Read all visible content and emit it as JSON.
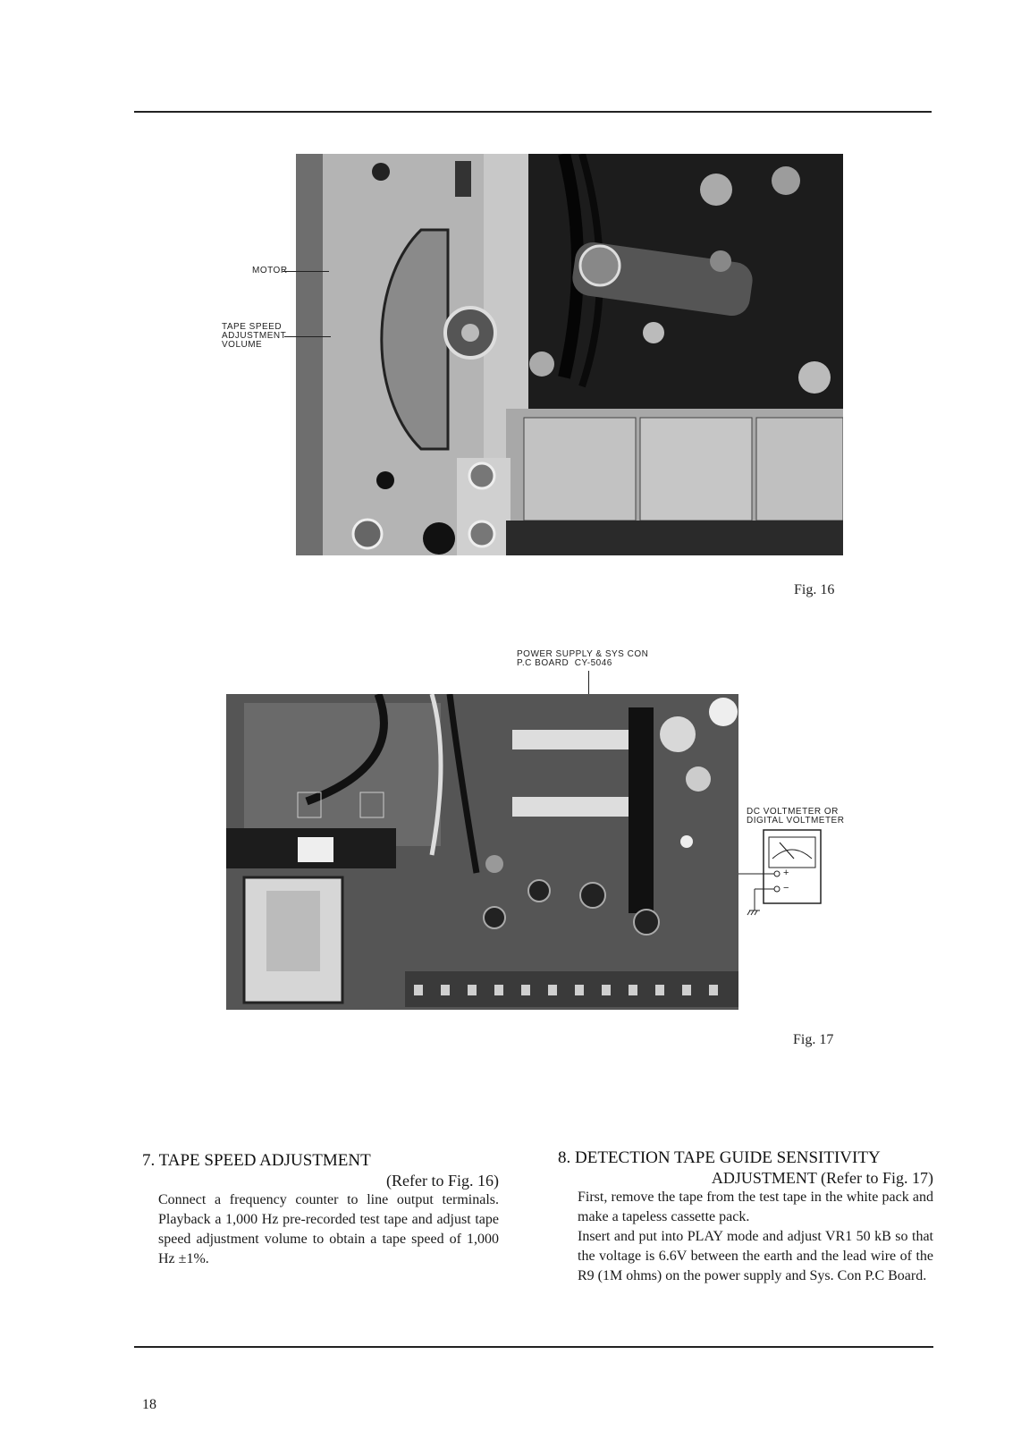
{
  "figure16": {
    "caption": "Fig. 16",
    "labels": {
      "motor": "MOTOR",
      "tape_speed_volume": "TAPE SPEED\nADJUSTMENT\nVOLUME"
    }
  },
  "figure17": {
    "caption": "Fig. 17",
    "labels": {
      "power_supply_board": "POWER SUPPLY & SYS CON\nP.C BOARD  CY-5046",
      "voltmeter": "DC VOLTMETER OR\nDIGITAL VOLTMETER",
      "plus": "+",
      "minus": "−"
    }
  },
  "section7": {
    "heading": "7. TAPE SPEED ADJUSTMENT",
    "subheading": "(Refer to Fig. 16)",
    "body": "Connect a frequency counter to line output terminals. Playback a 1,000 Hz pre-recorded test tape and adjust tape speed adjustment volume to obtain a tape speed of 1,000 Hz ±1%."
  },
  "section8": {
    "heading": "8. DETECTION TAPE GUIDE SENSITIVITY",
    "subheading": "ADJUSTMENT (Refer to Fig. 17)",
    "paragraph1": "First, remove the tape from the test tape in the white pack and make a tapeless cassette pack.",
    "paragraph2": "Insert and put into PLAY mode and adjust VR1 50 kB so that the voltage is 6.6V between the earth and the lead wire of the R9 (1M ohms) on the power supply and Sys. Con P.C Board."
  },
  "page_number": "18"
}
